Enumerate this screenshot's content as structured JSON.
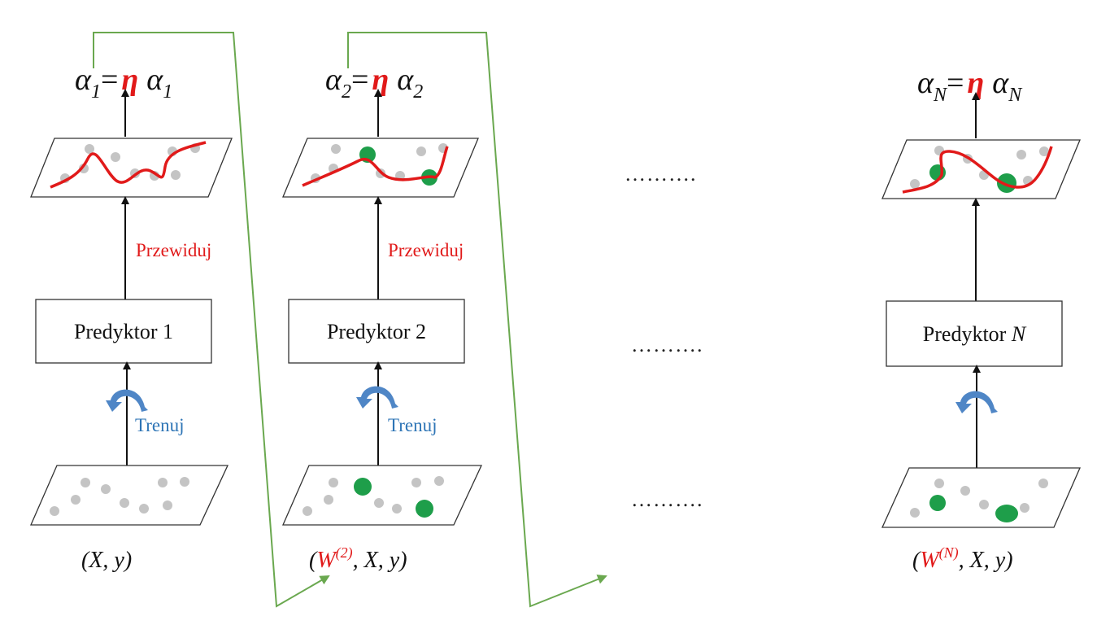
{
  "columns": [
    {
      "eq": {
        "lhs": "α",
        "lhs_sub": "1",
        "op": "=",
        "eta": "η",
        "rhs": "α",
        "rhs_sub": "1"
      },
      "predict_label": "Przewiduj",
      "predictor_label": "Predyktor 1",
      "train_label": "Trenuj",
      "data": {
        "prefix": "(",
        "w": "",
        "w_sup": "",
        "rest": "X, y)"
      }
    },
    {
      "eq": {
        "lhs": "α",
        "lhs_sub": "2",
        "op": "=",
        "eta": "η",
        "rhs": "α",
        "rhs_sub": "2"
      },
      "predict_label": "Przewiduj",
      "predictor_label": "Predyktor 2",
      "train_label": "Trenuj",
      "data": {
        "prefix": "(",
        "w": "W",
        "w_sup": "(2)",
        "rest": ", X, y)"
      }
    },
    {
      "eq": {
        "lhs": "α",
        "lhs_sub": "N",
        "op": "=",
        "eta": "η",
        "rhs": "α",
        "rhs_sub": "N"
      },
      "predict_label": "",
      "predictor_label": "Predyktor ",
      "predictor_label_italic": "N",
      "train_label": "",
      "data": {
        "prefix": "(",
        "w": "W",
        "w_sup": "(N)",
        "rest": ", X, y)"
      }
    }
  ],
  "ellipsis": [
    "……….",
    "……….",
    "………."
  ],
  "colors": {
    "curve": "#e11a1a",
    "weighted_point": "#1e9e4a",
    "point": "#c4c4c4",
    "flow": "#6aa84f",
    "train_arrow": "#4f86c6"
  }
}
